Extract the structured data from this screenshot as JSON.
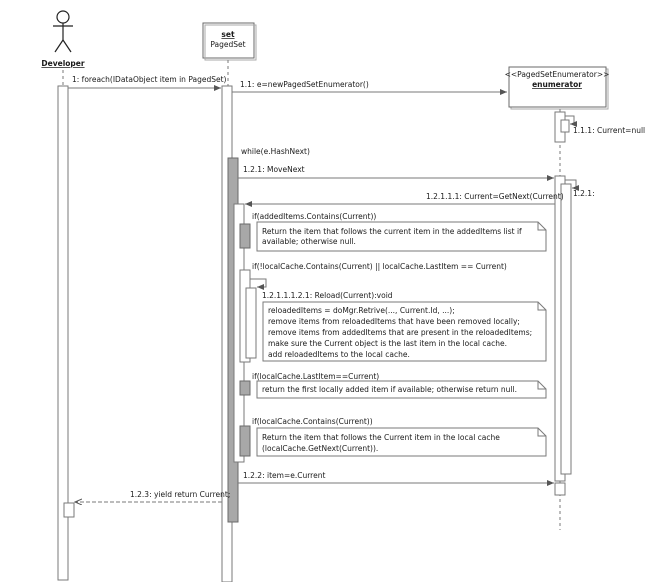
{
  "lifelines": {
    "developer": {
      "name": "Developer"
    },
    "set": {
      "name": "set",
      "type": "PagedSet"
    },
    "enumerator": {
      "stereotype": "<<PagedSetEnumerator>>",
      "name": "enumerator"
    }
  },
  "messages": {
    "m1": "1: foreach(IDataObject item in PagedSet)",
    "m1_1": "1.1: e=newPagedSetEnumerator()",
    "m1_1_1": "1.1.1: Current=null",
    "m1_2_1": "1.2.1: MoveNext",
    "m1_2_1_x": "1.2.1:",
    "m1_2_1_1_1": "1.2.1.1.1: Current=GetNext(Current)",
    "m1_2_1_1_2_1": "1.2.1.1.1.2.1: Reload(Current):void",
    "m1_2_2": "1.2.2: item=e.Current",
    "m1_2_3": "1.2.3: yield return Current;"
  },
  "guards": {
    "g_while": "while(e.HashNext)",
    "g_added": "if(addedItems.Contains(Current))",
    "g_local": "if(!localCache.Contains(Current) || localCache.LastItem == Current)",
    "g_last": "if(localCache.LastItem==Current)",
    "g_contains": "if(localCache.Contains(Current))"
  },
  "notes": {
    "n1": [
      "Return the item that follows the current item in the addedItems list if",
      "available; otherwise null."
    ],
    "n2": [
      "reloadedItems = doMgr.Retrive(..., Current.Id, ...);",
      "remove items from reloadedItems that have been removed locally;",
      "remove items from addedItems that are present in the reloadedItems;",
      "make sure the Current object is the last item in the local cache.",
      "add reloadedItems to the local cache."
    ],
    "n3": [
      "return the first locally added item if available; otherwise return null."
    ],
    "n4": [
      "Return the item that follows the Current item in the local cache",
      "(localCache.GetNext(Current))."
    ]
  }
}
